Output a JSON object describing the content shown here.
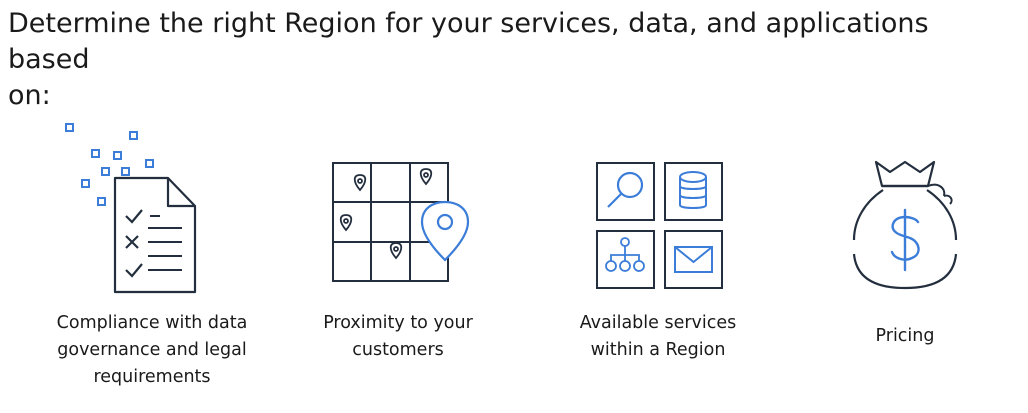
{
  "heading": "Determine the right Region for your services, data, and applications based\non:",
  "factors": [
    {
      "label": "Compliance with data\ngovernance and legal\nrequirements",
      "icon": "document-checklist-icon"
    },
    {
      "label": "Proximity to your\ncustomers",
      "icon": "map-location-icon"
    },
    {
      "label": "Available services\nwithin a Region",
      "icon": "services-grid-icon"
    },
    {
      "label": "Pricing",
      "icon": "money-bag-icon"
    }
  ],
  "colors": {
    "icon_dark": "#232f3e",
    "icon_accent": "#3b7dd8",
    "text": "#1a1a1a",
    "background": "#ffffff"
  }
}
